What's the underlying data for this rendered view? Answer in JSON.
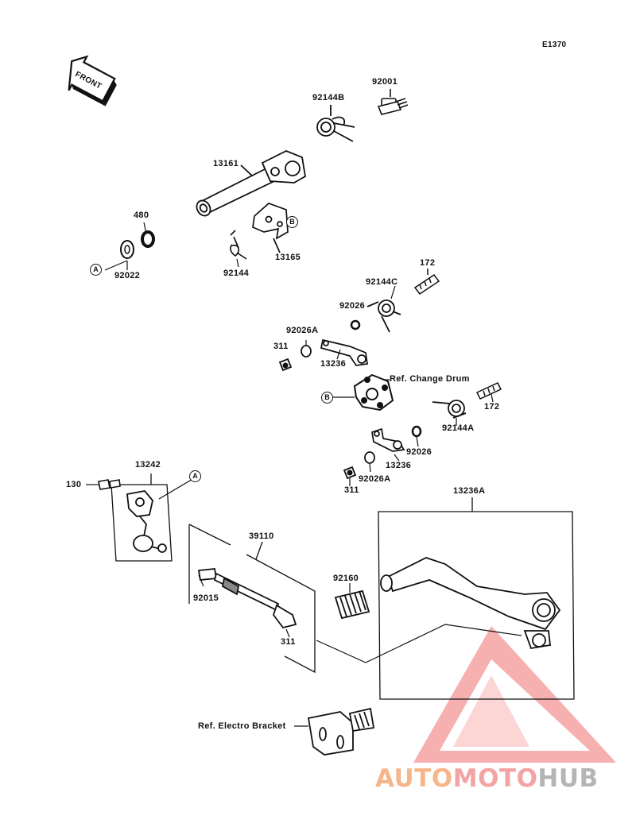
{
  "diagram_code": "E1370",
  "front_label": "FRONT",
  "parts": {
    "p92001": "92001",
    "p92144B": "92144B",
    "p13161": "13161",
    "p480": "480",
    "p92022": "92022",
    "p92144": "92144",
    "p13165": "13165",
    "p172a": "172",
    "p92144C": "92144C",
    "p92026a": "92026",
    "p92026Aa": "92026A",
    "p311a": "311",
    "p13236a": "13236",
    "ref_change_drum": "Ref. Change Drum",
    "p172b": "172",
    "p92144A": "92144A",
    "p92026b": "92026",
    "p13236b": "13236",
    "p92026Ab": "92026A",
    "p311b": "311",
    "p13242": "13242",
    "p130": "130",
    "p39110": "39110",
    "p92015": "92015",
    "p311c": "311",
    "p92160": "92160",
    "p13236A": "13236A",
    "ref_electro_bracket": "Ref. Electro Bracket"
  },
  "callouts": {
    "a": "A",
    "b": "B"
  },
  "watermark": {
    "part1": "AUTO",
    "part2": "MOTO",
    "part3": "HUB"
  }
}
